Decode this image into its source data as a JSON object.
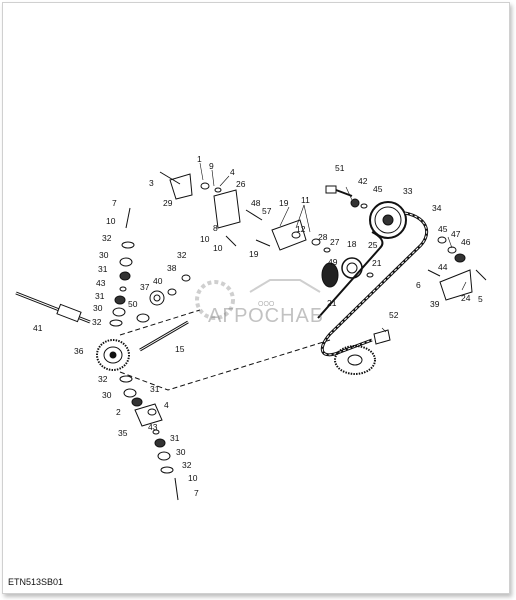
{
  "diagram_code": "ETN513SB01",
  "watermark": {
    "brand": "АГРОСНАБ",
    "prefix": "ООО"
  },
  "callouts": [
    {
      "label": "1"
    },
    {
      "label": "9"
    },
    {
      "label": "3"
    },
    {
      "label": "4"
    },
    {
      "label": "26"
    },
    {
      "label": "29"
    },
    {
      "label": "7"
    },
    {
      "label": "10"
    },
    {
      "label": "32"
    },
    {
      "label": "30"
    },
    {
      "label": "31"
    },
    {
      "label": "43"
    },
    {
      "label": "31"
    },
    {
      "label": "50"
    },
    {
      "label": "30"
    },
    {
      "label": "32"
    },
    {
      "label": "41"
    },
    {
      "label": "36"
    },
    {
      "label": "8"
    },
    {
      "label": "48"
    },
    {
      "label": "57"
    },
    {
      "label": "19"
    },
    {
      "label": "11"
    },
    {
      "label": "12"
    },
    {
      "label": "10"
    },
    {
      "label": "10"
    },
    {
      "label": "32"
    },
    {
      "label": "38"
    },
    {
      "label": "37"
    },
    {
      "label": "40"
    },
    {
      "label": "15"
    },
    {
      "label": "19"
    },
    {
      "label": "28"
    },
    {
      "label": "27"
    },
    {
      "label": "18"
    },
    {
      "label": "49"
    },
    {
      "label": "21"
    },
    {
      "label": "51"
    },
    {
      "label": "42"
    },
    {
      "label": "45"
    },
    {
      "label": "33"
    },
    {
      "label": "34"
    },
    {
      "label": "25"
    },
    {
      "label": "45"
    },
    {
      "label": "47"
    },
    {
      "label": "46"
    },
    {
      "label": "6"
    },
    {
      "label": "44"
    },
    {
      "label": "24"
    },
    {
      "label": "5"
    },
    {
      "label": "39"
    },
    {
      "label": "52"
    },
    {
      "label": "21"
    },
    {
      "label": "32"
    },
    {
      "label": "30"
    },
    {
      "label": "31"
    },
    {
      "label": "2"
    },
    {
      "label": "4"
    },
    {
      "label": "35"
    },
    {
      "label": "43"
    },
    {
      "label": "31"
    },
    {
      "label": "30"
    },
    {
      "label": "32"
    },
    {
      "label": "10"
    },
    {
      "label": "7"
    }
  ]
}
